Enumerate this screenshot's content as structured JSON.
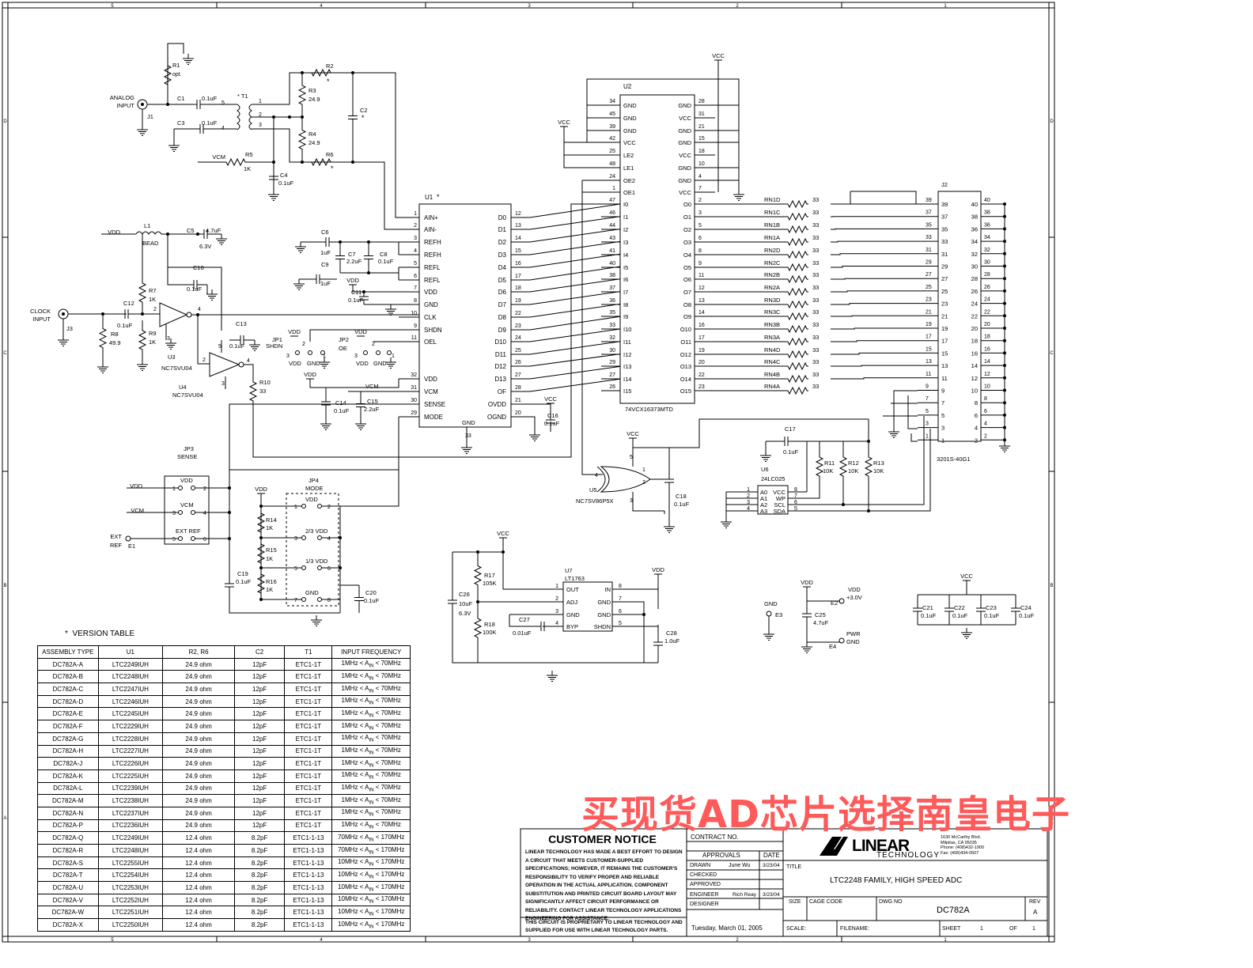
{
  "border": {
    "top": [
      "5",
      "4",
      "3",
      "2",
      "1"
    ],
    "bottom": [
      "5",
      "4",
      "3",
      "2",
      "1"
    ],
    "left": [
      "D",
      "C",
      "B",
      "A"
    ],
    "right": [
      "D",
      "C",
      "B",
      "A"
    ]
  },
  "labels": {
    "analog_input": [
      "ANALOG",
      "INPUT"
    ],
    "j1": "J1",
    "r1": "R1",
    "r1v": "opt.",
    "c1": "C1",
    "c1v": "0.1uF",
    "c3": "C3",
    "c3v": "0.1uF",
    "t1": "T1",
    "r2": "R2",
    "r3": "R3",
    "r3v": "24.9",
    "r4": "R4",
    "r4v": "24.9",
    "r6": "R6",
    "c2": "C2",
    "r5": "R5",
    "r5v": "1K",
    "vcm": "VCM",
    "c4": "C4",
    "c4v": "0.1uF",
    "vdd": "VDD",
    "l1": "L1",
    "bead": "BEAD",
    "c5": "C5",
    "c5v": "4.7uF",
    "c5v2": "6.3V",
    "c10": "C10",
    "c10v": "0.1uF",
    "r7": "R7",
    "r7v": "1K",
    "r9": "R9",
    "r9v": "1K",
    "clock_input": [
      "CLOCK",
      "INPUT"
    ],
    "j3": "J3",
    "c12": "C12",
    "c12v": "0.1uF",
    "r8": "R8",
    "r8v": "49.9",
    "u3": "U3",
    "u3v": "NC7SVU04",
    "c13": "C13",
    "c13v": "0.1uF",
    "u4": "U4",
    "u4v": "NC7SVU04",
    "r10": "R10",
    "r10v": "33",
    "c6": "C6",
    "c6v": "1uF",
    "c7": "C7",
    "c7v": "2.2uF",
    "c8": "C8",
    "c8v": "0.1uF",
    "c9": "C9",
    "c9v": "1uF",
    "c11": "C11",
    "c11v": "0.1uF",
    "jp1": "JP1",
    "jp1v": "SHDN",
    "jp2": "JP2",
    "jp2v": "OE",
    "gnd": "GND",
    "c14": "C14",
    "c14v": "0.1uF",
    "c15": "C15",
    "c15v": "2.2uF",
    "u1": "U1",
    "star": "*",
    "vcc": "VCC",
    "c16": "C16",
    "c16v": "0.1uF",
    "u2": "U2",
    "u2v": "74VCX16373MTD",
    "j2": "J2",
    "j2v": "3201S-40G1",
    "c17": "C17",
    "c17v": "0.1uF",
    "r11": "R11",
    "r11v": "10K",
    "r12": "R12",
    "r12v": "10K",
    "r13": "R13",
    "r13v": "10K",
    "u6": "U6",
    "u6v": "24LC025",
    "u5": "U5",
    "u5v": "NC7SV86P5X",
    "c18": "C18",
    "c18v": "0.1uF",
    "jp3": "JP3",
    "jp3v": "SENSE",
    "ext_ref": [
      "EXT",
      "REF"
    ],
    "e1": "E1",
    "c19": "C19",
    "c19v": "0.1uF",
    "jp4": "JP4",
    "jp4v": "MODE",
    "r14": "R14",
    "r14v": "1K",
    "r15": "R15",
    "r15v": "1K",
    "r16": "R16",
    "r16v": "1K",
    "c20": "C20",
    "c20v": "0.1uF",
    "jp4_vdd": "VDD",
    "jp4_23": "2/3 VDD",
    "jp4_13": "1/3 VDD",
    "jp4_gnd": "GND",
    "jp3_vdd": "VDD",
    "jp3_vcm": "VCM",
    "jp3_ext": "EXT REF",
    "u7": "U7",
    "u7v": "LT1763",
    "r17": "R17",
    "r17v": "105K",
    "r18": "R18",
    "r18v": "100K",
    "c26": "C26",
    "c26v": "10uF",
    "c26v2": "6.3V",
    "c27": "C27",
    "c27v": "0.01uF",
    "c28": "C28",
    "c28v": "1.0uF",
    "e2": "E2",
    "e2v": "+3.0V",
    "e3": "E3",
    "e4": "E4",
    "pwr": "PWR",
    "c25": "C25",
    "c25v": "4.7uF",
    "c21": "C21",
    "c22": "C22",
    "c23": "C23",
    "c24": "C24",
    "cv01": "0.1uF",
    "u1_left": [
      "AIN+",
      "AIN-",
      "REFH",
      "REFH",
      "REFL",
      "REFL",
      "VDD",
      "GND",
      "CLK",
      "SHDN",
      "OEL",
      "VDD",
      "VCM",
      "SENSE",
      "MODE"
    ],
    "u1_left_pins": [
      "1",
      "2",
      "3",
      "4",
      "5",
      "6",
      "7",
      "8",
      "10",
      "9",
      "11",
      "32",
      "31",
      "30",
      "29"
    ],
    "u1_right": [
      "D0",
      "D1",
      "D2",
      "D3",
      "D4",
      "D5",
      "D6",
      "D7",
      "D8",
      "D9",
      "D10",
      "D11",
      "D12",
      "D13",
      "OF",
      "OVDD",
      "OGND"
    ],
    "u1_right_pins": [
      "12",
      "13",
      "14",
      "15",
      "16",
      "17",
      "18",
      "19",
      "22",
      "23",
      "24",
      "25",
      "26",
      "27",
      "28",
      "21",
      "20"
    ],
    "u1_gnd": "GND",
    "u1_gnd_pin": "33",
    "u2_left": [
      "GND",
      "GND",
      "GND",
      "VCC",
      "LE2",
      "LE1",
      "OE2",
      "OE1",
      "I0",
      "I1",
      "I2",
      "I3",
      "I4",
      "I5",
      "I6",
      "I7",
      "I8",
      "I9",
      "I10",
      "I11",
      "I12",
      "I13",
      "I14",
      "I15"
    ],
    "u2_left_pins": [
      "34",
      "45",
      "39",
      "42",
      "25",
      "48",
      "24",
      "1",
      "47",
      "46",
      "44",
      "43",
      "41",
      "40",
      "38",
      "37",
      "36",
      "35",
      "33",
      "32",
      "30",
      "29",
      "27",
      "26"
    ],
    "u2_right": [
      "GND",
      "VCC",
      "GND",
      "GND",
      "VCC",
      "GND",
      "GND",
      "VCC",
      "O0",
      "O1",
      "O2",
      "O3",
      "O4",
      "O5",
      "O6",
      "O7",
      "O8",
      "O9",
      "O10",
      "O11",
      "O12",
      "O13",
      "O14",
      "O15"
    ],
    "u2_right_pins": [
      "28",
      "31",
      "21",
      "15",
      "18",
      "10",
      "4",
      "7",
      "2",
      "3",
      "5",
      "6",
      "8",
      "9",
      "11",
      "12",
      "13",
      "14",
      "16",
      "17",
      "19",
      "20",
      "22",
      "23"
    ],
    "rn": [
      "RN1D",
      "RN1C",
      "RN1B",
      "RN1A",
      "RN2D",
      "RN2C",
      "RN2B",
      "RN2A",
      "RN3D",
      "RN3C",
      "RN3B",
      "RN3A",
      "RN4D",
      "RN4C",
      "RN4B",
      "RN4A"
    ],
    "rnv": "33",
    "j2_left": [
      "39",
      "37",
      "35",
      "33",
      "31",
      "29",
      "27",
      "25",
      "23",
      "21",
      "19",
      "17",
      "15",
      "13",
      "11",
      "9",
      "7",
      "5",
      "3",
      "1"
    ],
    "j2_right": [
      "40",
      "38",
      "36",
      "34",
      "32",
      "30",
      "28",
      "26",
      "24",
      "22",
      "20",
      "18",
      "16",
      "14",
      "12",
      "10",
      "8",
      "6",
      "4",
      "2"
    ],
    "u6_left": [
      "A0",
      "A1",
      "A2",
      "A3"
    ],
    "u6_right": [
      "VCC",
      "WP",
      "SCL",
      "SDA"
    ],
    "u6_lp": [
      "1",
      "2",
      "3",
      "4"
    ],
    "u6_rp": [
      "8",
      "7",
      "6",
      "5"
    ],
    "u7_left": [
      "OUT",
      "ADJ",
      "GND",
      "BYP"
    ],
    "u7_right": [
      "IN",
      "GND",
      "GND",
      "SHDN"
    ],
    "u7_lp": [
      "1",
      "2",
      "3",
      "4"
    ],
    "u7_rp": [
      "8",
      "7",
      "6",
      "5"
    ]
  },
  "version_table": {
    "title": "VERSION TABLE",
    "headers": [
      "ASSEMBLY TYPE",
      "U1",
      "R2, R6",
      "C2",
      "T1",
      "INPUT FREQUENCY"
    ],
    "rows": [
      [
        "DC782A-A",
        "LTC2249IUH",
        "24.9 ohm",
        "12pF",
        "ETC1-1T",
        "1MHz < AIN < 70MHz"
      ],
      [
        "DC782A-B",
        "LTC2248IUH",
        "24.9 ohm",
        "12pF",
        "ETC1-1T",
        "1MHz < AIN < 70MHz"
      ],
      [
        "DC782A-C",
        "LTC2247IUH",
        "24.9 ohm",
        "12pF",
        "ETC1-1T",
        "1MHz < AIN < 70MHz"
      ],
      [
        "DC782A-D",
        "LTC2246IUH",
        "24.9 ohm",
        "12pF",
        "ETC1-1T",
        "1MHz < AIN < 70MHz"
      ],
      [
        "DC782A-E",
        "LTC2245IUH",
        "24.9 ohm",
        "12pF",
        "ETC1-1T",
        "1MHz < AIN < 70MHz"
      ],
      [
        "DC782A-F",
        "LTC2229IUH",
        "24.9 ohm",
        "12pF",
        "ETC1-1T",
        "1MHz < AIN < 70MHz"
      ],
      [
        "DC782A-G",
        "LTC2228IUH",
        "24.9 ohm",
        "12pF",
        "ETC1-1T",
        "1MHz < AIN < 70MHz"
      ],
      [
        "DC782A-H",
        "LTC2227IUH",
        "24.9 ohm",
        "12pF",
        "ETC1-1T",
        "1MHz < AIN < 70MHz"
      ],
      [
        "DC782A-J",
        "LTC2226IUH",
        "24.9 ohm",
        "12pF",
        "ETC1-1T",
        "1MHz < AIN < 70MHz"
      ],
      [
        "DC782A-K",
        "LTC2225IUH",
        "24.9 ohm",
        "12pF",
        "ETC1-1T",
        "1MHz < AIN < 70MHz"
      ],
      [
        "DC782A-L",
        "LTC2239IUH",
        "24.9 ohm",
        "12pF",
        "ETC1-1T",
        "1MHz < AIN < 70MHz"
      ],
      [
        "DC782A-M",
        "LTC2238IUH",
        "24.9 ohm",
        "12pF",
        "ETC1-1T",
        "1MHz < AIN < 70MHz"
      ],
      [
        "DC782A-N",
        "LTC2237IUH",
        "24.9 ohm",
        "12pF",
        "ETC1-1T",
        "1MHz < AIN < 70MHz"
      ],
      [
        "DC782A-P",
        "LTC2236IUH",
        "24.9 ohm",
        "12pF",
        "ETC1-1T",
        "1MHz < AIN < 70MHz"
      ],
      [
        "DC782A-Q",
        "LTC2249IUH",
        "12.4 ohm",
        "8.2pF",
        "ETC1-1-13",
        "70MHz < AIN < 170MHz"
      ],
      [
        "DC782A-R",
        "LTC2248IUH",
        "12.4 ohm",
        "8.2pF",
        "ETC1-1-13",
        "70MHz < AIN < 170MHz"
      ],
      [
        "DC782A-S",
        "LTC2255IUH",
        "12.4 ohm",
        "8.2pF",
        "ETC1-1-13",
        "10MHz < AIN < 170MHz"
      ],
      [
        "DC782A-T",
        "LTC2254IUH",
        "12.4 ohm",
        "8.2pF",
        "ETC1-1-13",
        "10MHz < AIN < 170MHz"
      ],
      [
        "DC782A-U",
        "LTC2253IUH",
        "12.4 ohm",
        "8.2pF",
        "ETC1-1-13",
        "10MHz < AIN < 170MHz"
      ],
      [
        "DC782A-V",
        "LTC2252IUH",
        "12.4 ohm",
        "8.2pF",
        "ETC1-1-13",
        "10MHz < AIN < 170MHz"
      ],
      [
        "DC782A-W",
        "LTC2251IUH",
        "12.4 ohm",
        "8.2pF",
        "ETC1-1-13",
        "10MHz < AIN < 170MHz"
      ],
      [
        "DC782A-X",
        "LTC2250IUH",
        "12.4 ohm",
        "8.2pF",
        "ETC1-1-13",
        "10MHz < AIN < 170MHz"
      ]
    ]
  },
  "watermark": "买现货AD芯片选择南皇电子",
  "title_block": {
    "notice_title": "CUSTOMER NOTICE",
    "notice_body": "LINEAR TECHNOLOGY HAS MADE A BEST EFFORT TO DESIGN A CIRCUIT THAT MEETS CUSTOMER-SUPPLIED SPECIFICATIONS; HOWEVER, IT REMAINS THE CUSTOMER'S RESPONSIBILITY TO VERIFY PROPER AND RELIABLE OPERATION IN THE ACTUAL APPLICATION. COMPONENT SUBSTITUTION AND PRINTED CIRCUIT BOARD LAYOUT MAY SIGNIFICANTLY AFFECT CIRCUIT PERFORMANCE OR RELIABILITY. CONTACT LINEAR TECHNOLOGY APPLICATIONS ENGINEERING FOR ASSISTANCE.",
    "notice_foot": "THIS CIRCUIT IS PROPRIETARY TO LINEAR TECHNOLOGY AND SUPPLIED FOR USE WITH LINEAR TECHNOLOGY PARTS.",
    "contract_no": "CONTRACT NO.",
    "approvals": "APPROVALS",
    "date": "DATE",
    "drawn": "DRAWN",
    "drawn_by": "June Wu",
    "drawn_date": "3/23/04",
    "checked": "CHECKED",
    "approved": "APPROVED",
    "engineer": "ENGINEER",
    "engineer_name": "Rich Reay",
    "engineer_date": "3/23/04",
    "designer": "DESIGNER",
    "title_label": "TITLE",
    "title": "LTC2248 FAMILY, HIGH SPEED ADC",
    "size": "SIZE",
    "cage": "CAGE CODE",
    "dwg_no": "DWG NO",
    "dwg": "DC782A",
    "rev": "REV",
    "rev_v": "A",
    "date_printed": "Tuesday, March 01, 2005",
    "scale": "SCALE:",
    "filename": "FILENAME:",
    "sheet": "SHEET",
    "sheet_v": "1",
    "of": "OF",
    "of_v": "1",
    "company": "TECHNOLOGY",
    "address": [
      "1630 McCarthy Blvd.",
      "Milpitas, CA 95035",
      "Phone: (408)432-1900",
      "Fax: (408)434-0507"
    ]
  }
}
